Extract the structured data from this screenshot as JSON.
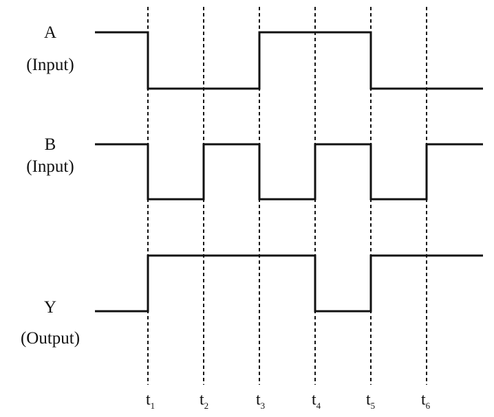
{
  "timing_diagram": {
    "signals": [
      {
        "id": "A",
        "name": "A",
        "role": "(Input)",
        "levels": [
          1,
          0,
          0,
          1,
          1,
          0,
          0
        ]
      },
      {
        "id": "B",
        "name": "B",
        "role": "(Input)",
        "levels": [
          1,
          0,
          1,
          0,
          1,
          0,
          1
        ]
      },
      {
        "id": "Y",
        "name": "Y",
        "role": "(Output)",
        "levels": [
          0,
          1,
          1,
          1,
          0,
          1,
          1
        ]
      }
    ],
    "time_markers": [
      {
        "main": "t",
        "sub": "1"
      },
      {
        "main": "t",
        "sub": "2"
      },
      {
        "main": "t",
        "sub": "3"
      },
      {
        "main": "t",
        "sub": "4"
      },
      {
        "main": "t",
        "sub": "5"
      },
      {
        "main": "t",
        "sub": "6"
      }
    ]
  }
}
